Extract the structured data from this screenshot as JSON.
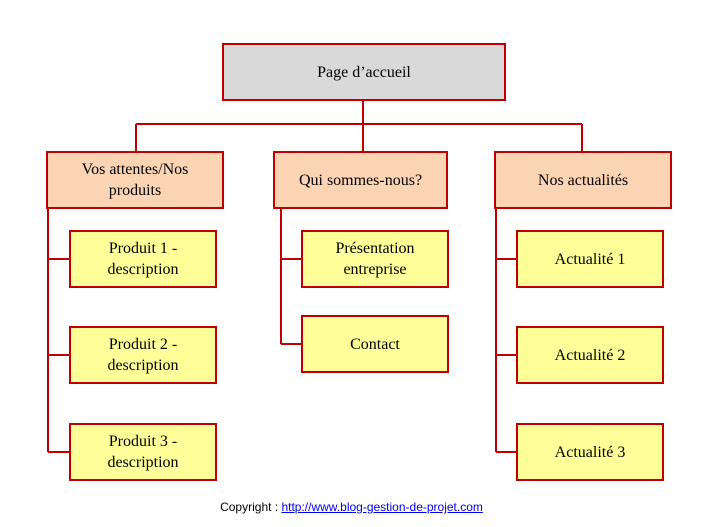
{
  "root": {
    "label": "Page d’accueil"
  },
  "categories": [
    {
      "lines": [
        "Vos attentes/Nos",
        "produits"
      ],
      "items": [
        {
          "lines": [
            "Produit 1 -",
            "description"
          ]
        },
        {
          "lines": [
            "Produit 2 -",
            "description"
          ]
        },
        {
          "lines": [
            "Produit 3 -",
            "description"
          ]
        }
      ]
    },
    {
      "lines": [
        "Qui sommes-nous?"
      ],
      "items": [
        {
          "lines": [
            "Présentation",
            "entreprise"
          ]
        },
        {
          "lines": [
            "Contact"
          ]
        }
      ]
    },
    {
      "lines": [
        "Nos actualités"
      ],
      "items": [
        {
          "lines": [
            "Actualité  1"
          ]
        },
        {
          "lines": [
            "Actualité  2"
          ]
        },
        {
          "lines": [
            "Actualité  3"
          ]
        }
      ]
    }
  ],
  "footer": {
    "label": "Copyright : ",
    "link": "http://www.blog-gestion-de-projet.com"
  },
  "colors": {
    "border": "#c00000",
    "root_fill": "#d9d9d9",
    "category_fill": "#fbd4b4",
    "leaf_fill": "#ffff99",
    "link": "#0000ee"
  }
}
